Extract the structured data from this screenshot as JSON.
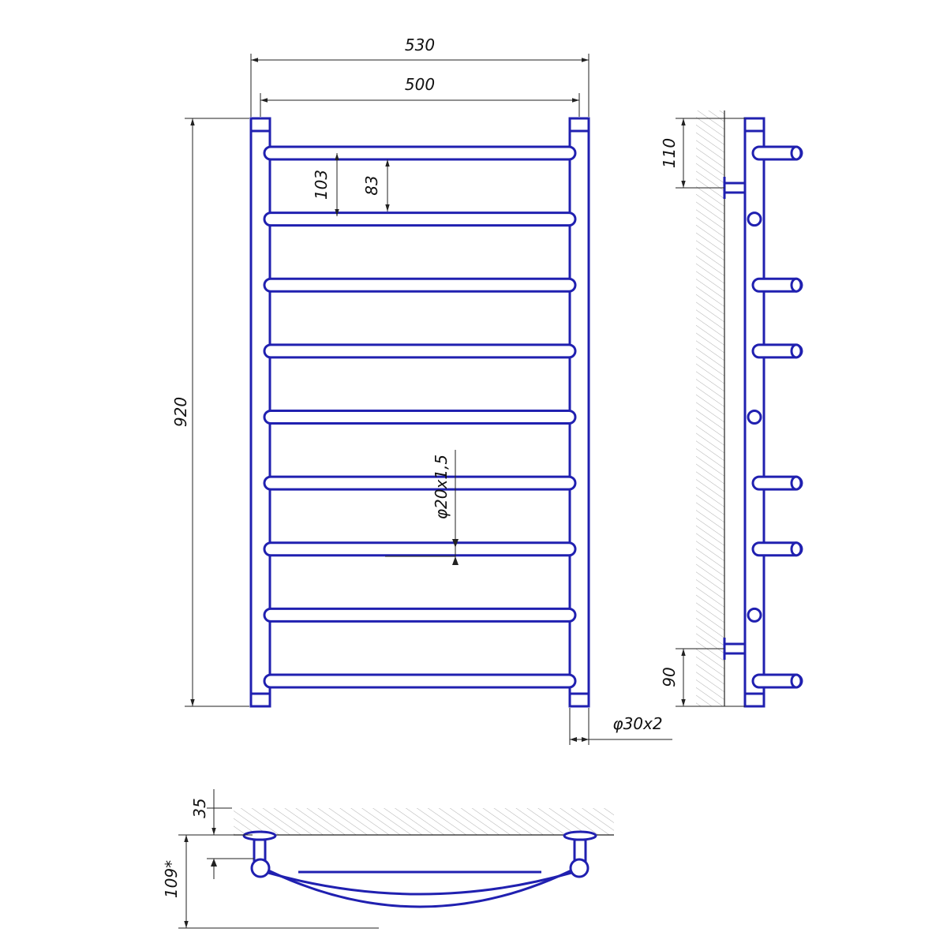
{
  "front_view": {
    "overall_width": "530",
    "rung_width": "500",
    "height": "920",
    "rung_pitch_center": "103",
    "rung_gap_clear": "83",
    "rung_tube": "φ20x1,5",
    "upright_tube": "φ30x2",
    "rung_count": 9
  },
  "side_view": {
    "top_mount_offset": "110",
    "bottom_mount_offset": "90"
  },
  "top_view": {
    "wall_offset": "35",
    "depth": "109*"
  },
  "colors": {
    "product_outline": "#2020b0",
    "dimension_lines": "#222222",
    "wall_hatch": "#9a9a9a"
  }
}
